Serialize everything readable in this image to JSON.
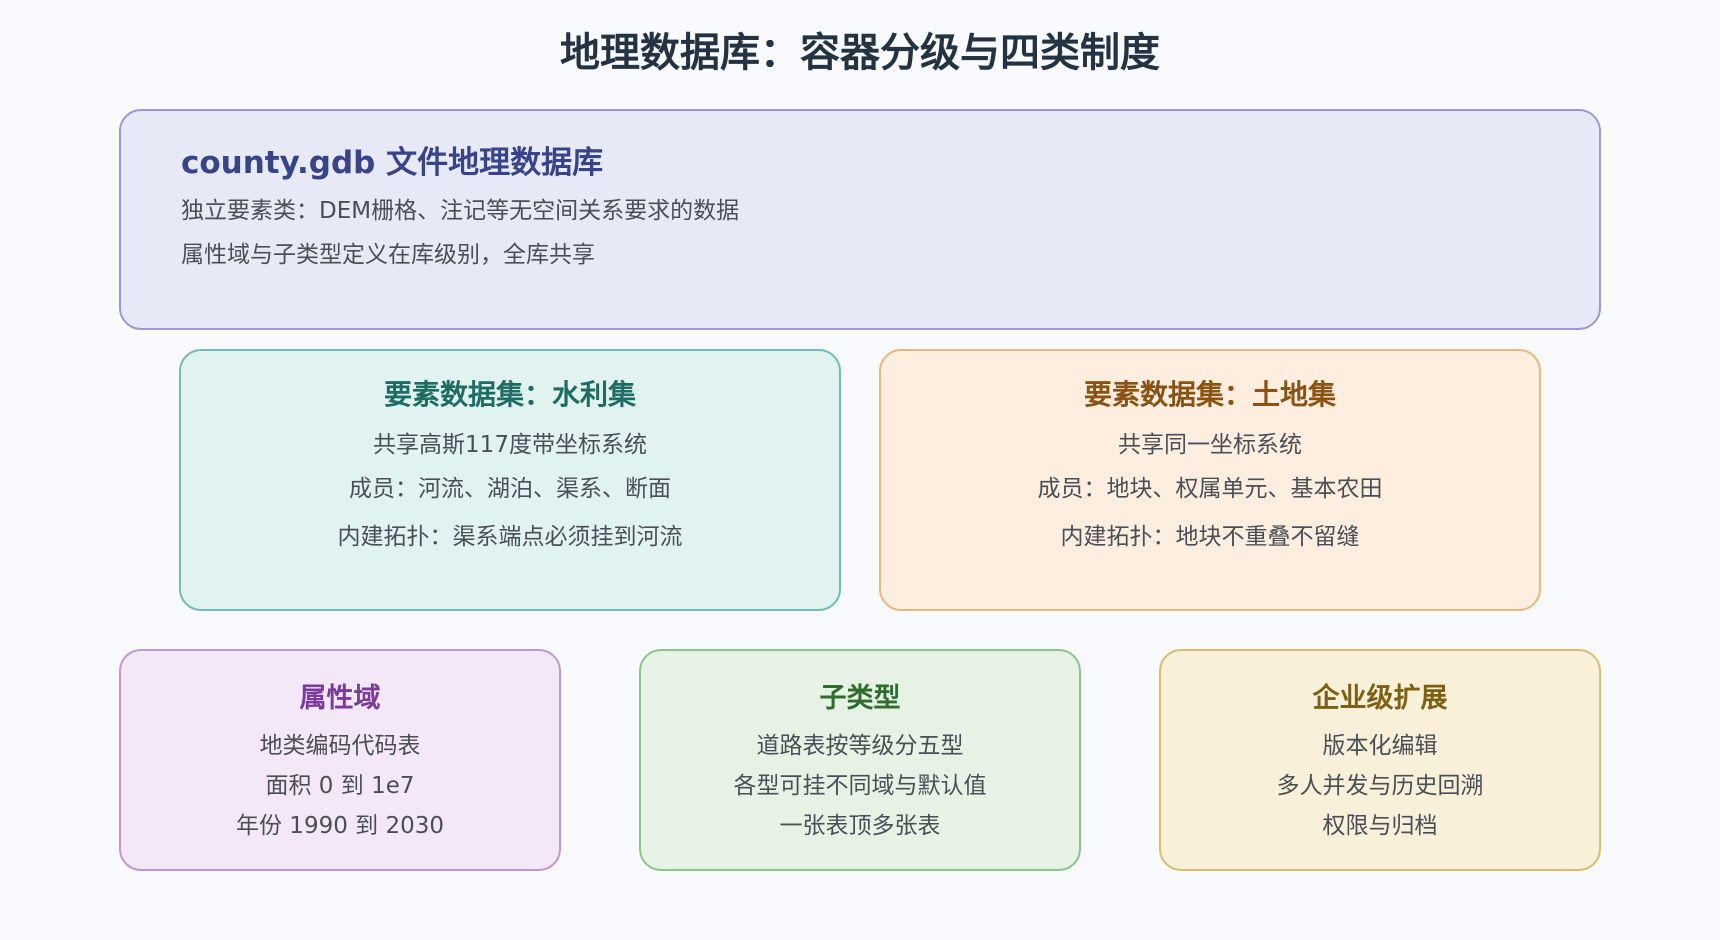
{
  "title": "地理数据库：容器分级与四类制度",
  "geodatabase": {
    "heading": "county.gdb 文件地理数据库",
    "lines": [
      "独立要素类：DEM栅格、注记等无空间关系要求的数据",
      "属性域与子类型定义在库级别，全库共享"
    ]
  },
  "datasets": [
    {
      "heading": "要素数据集：水利集",
      "lines": [
        "共享高斯117度带坐标系统",
        "成员：河流、湖泊、渠系、断面",
        "内建拓扑：渠系端点必须挂到河流"
      ]
    },
    {
      "heading": "要素数据集：土地集",
      "lines": [
        "共享同一坐标系统",
        "成员：地块、权属单元、基本农田",
        "内建拓扑：地块不重叠不留缝"
      ]
    }
  ],
  "cards": [
    {
      "heading": "属性域",
      "lines": [
        "地类编码代码表",
        "面积 0 到 1e7",
        "年份 1990 到 2030"
      ]
    },
    {
      "heading": "子类型",
      "lines": [
        "道路表按等级分五型",
        "各型可挂不同域与默认值",
        "一张表顶多张表"
      ]
    },
    {
      "heading": "企业级扩展",
      "lines": [
        "版本化编辑",
        "多人并发与历史回溯",
        "权限与归档"
      ]
    }
  ]
}
